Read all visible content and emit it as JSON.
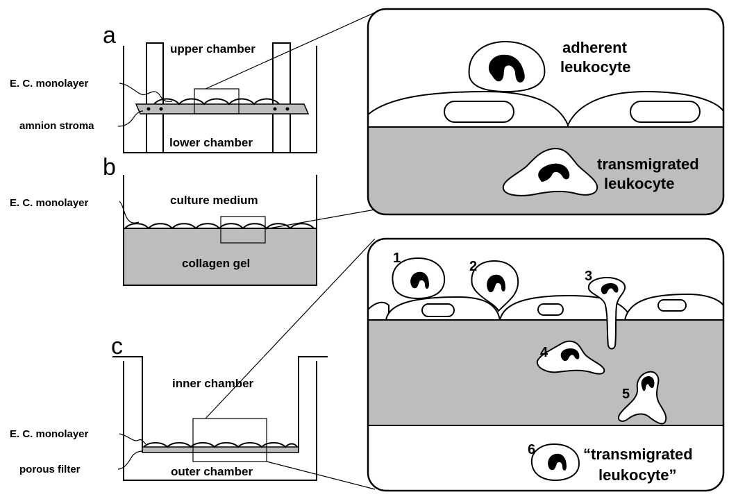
{
  "panel_a": {
    "letter": "a",
    "upper_chamber": "upper chamber",
    "lower_chamber": "lower chamber",
    "ec_monolayer": "E. C. monolayer",
    "amnion_stroma": "amnion stroma"
  },
  "panel_b": {
    "letter": "b",
    "ec_monolayer": "E. C. monolayer",
    "culture_medium": "culture medium",
    "collagen_gel": "collagen gel"
  },
  "panel_c": {
    "letter": "c",
    "inner_chamber": "inner chamber",
    "outer_chamber": "outer chamber",
    "ec_monolayer": "E. C. monolayer",
    "porous_filter": "porous filter"
  },
  "zoom_top": {
    "adherent_line1": "adherent",
    "adherent_line2": "leukocyte",
    "transmigrated_line1": "transmigrated",
    "transmigrated_line2": "leukocyte"
  },
  "zoom_bottom": {
    "steps": [
      "1",
      "2",
      "3",
      "4",
      "5",
      "6"
    ],
    "final_line1": "“transmigrated",
    "final_line2": "leukocyte”"
  }
}
